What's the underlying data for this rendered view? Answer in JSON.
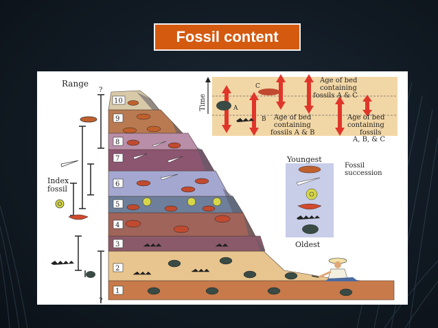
{
  "slide": {
    "title": "Fossil content"
  },
  "figure": {
    "range_label": "Range",
    "question_mark": "?",
    "index_fossil_label_1": "Index",
    "index_fossil_label_2": "fossil",
    "layer_numbers": [
      "1",
      "2",
      "3",
      "4",
      "5",
      "6",
      "7",
      "8",
      "9",
      "10"
    ],
    "time_label": "Time",
    "inset": {
      "label_a": "A",
      "label_b": "B",
      "label_c": "C",
      "text_top_1": "Age of bed",
      "text_top_2": "containing",
      "text_top_3": "fossils A & C",
      "text_mid_1": "Age of bed",
      "text_mid_2": "containing",
      "text_mid_3": "fossils A & B",
      "text_right_1": "Age of bed",
      "text_right_2": "containing",
      "text_right_3": "fossils",
      "text_right_4": "A, B, & C"
    },
    "succession": {
      "youngest": "Youngest",
      "oldest": "Oldest",
      "title_1": "Fossil",
      "title_2": "succession"
    }
  },
  "colors": {
    "title_bg": "#d45a10",
    "arrow_red": "#e0362a",
    "inset_bg": "#f2d7a6"
  }
}
